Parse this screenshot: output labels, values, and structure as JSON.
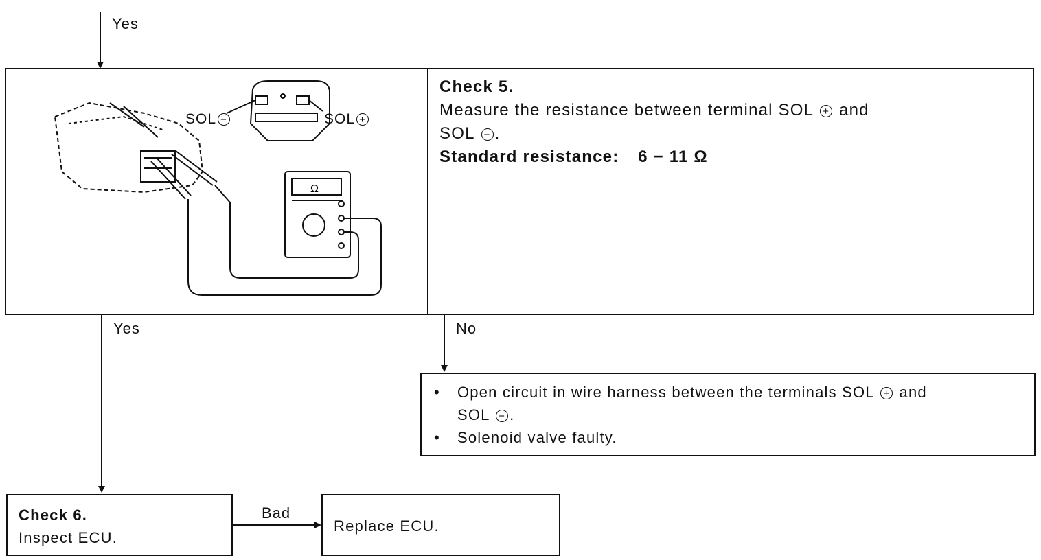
{
  "flow": {
    "top_label": "Yes",
    "check5": {
      "title": "Check 5.",
      "line1": "Measure the resistance between terminal SOL",
      "and": "and",
      "line2_prefix": "SOL",
      "line2_suffix": ".",
      "standard_label": "Standard resistance:",
      "standard_value": "6 − 11 Ω"
    },
    "figure": {
      "sol_minus_label": "SOL",
      "sol_plus_label": "SOL",
      "meter_unit": "Ω"
    },
    "yes_label": "Yes",
    "no_label": "No",
    "fault": {
      "item1_a": "Open circuit in wire harness between the terminals SOL",
      "item1_and": "and",
      "item1_b": "SOL",
      "item1_end": ".",
      "item2": "Solenoid valve faulty."
    },
    "check6": {
      "title": "Check 6.",
      "body": "Inspect ECU."
    },
    "bad_label": "Bad",
    "replace": "Replace ECU."
  },
  "symbols": {
    "plus": "+",
    "minus": "−",
    "bullet": "•"
  }
}
